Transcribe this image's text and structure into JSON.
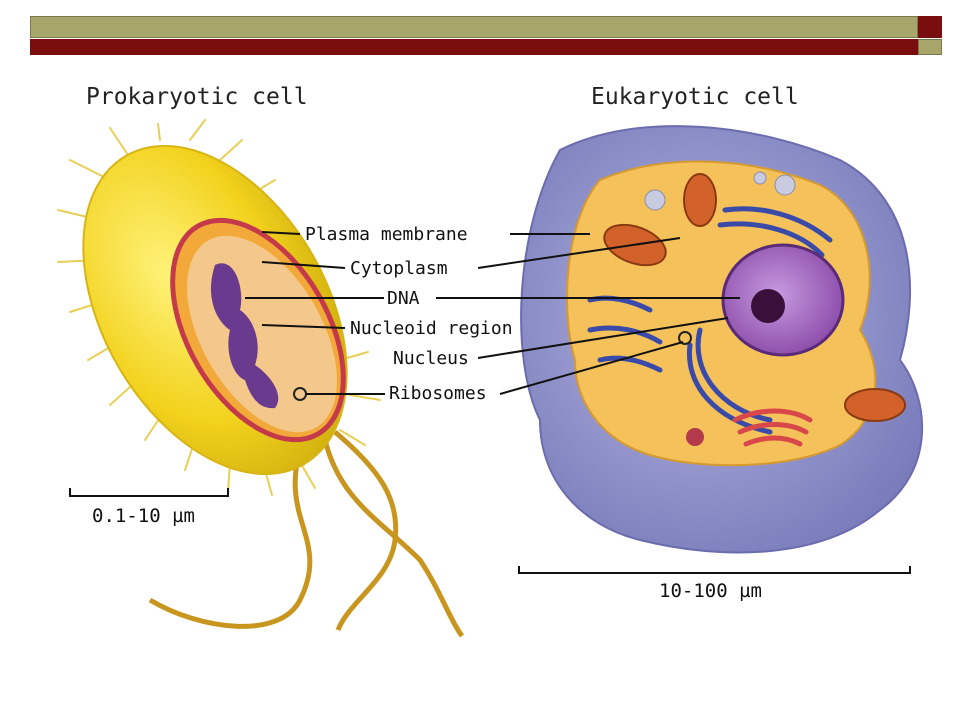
{
  "titles": {
    "prokaryotic": "Prokaryotic cell",
    "eukaryotic": "Eukaryotic cell"
  },
  "labels": {
    "plasma_membrane": "Plasma membrane",
    "cytoplasm": "Cytoplasm",
    "dna": "DNA",
    "nucleoid_region": "Nucleoid region",
    "nucleus": "Nucleus",
    "ribosomes": "Ribosomes"
  },
  "scales": {
    "prokaryotic": "0.1-10 µm",
    "eukaryotic": "10-100 µm"
  },
  "colors": {
    "header_olive": "#a9a66b",
    "header_maroon": "#7a0e0e",
    "prokaryote_yellow": "#f2d21c",
    "eukaryote_purple": "#8d8fc9",
    "cytoplasm_orange": "#f5c15a",
    "nucleus_violet": "#9a5ab8"
  }
}
